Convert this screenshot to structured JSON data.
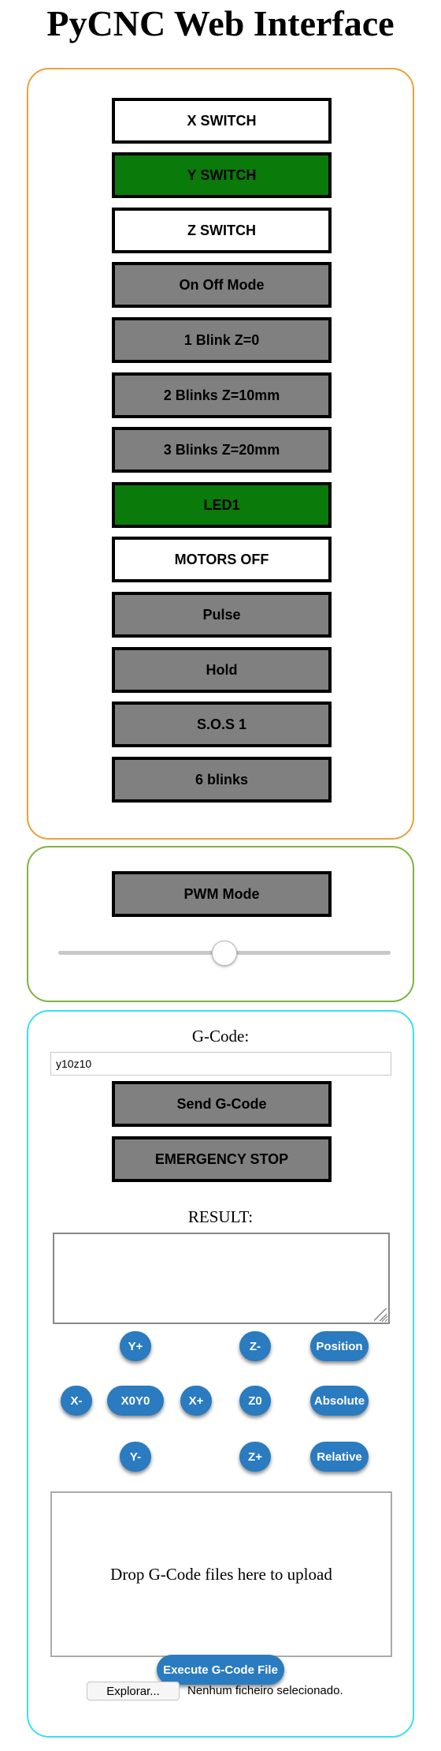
{
  "page": {
    "title": "PyCNC Web Interface"
  },
  "switches": {
    "x_switch": "X SWITCH",
    "y_switch": "Y SWITCH",
    "z_switch": "Z SWITCH",
    "on_off_mode": "On Off Mode",
    "blink1": "1 Blink Z=0",
    "blink2": "2 Blinks Z=10mm",
    "blink3": "3 Blinks Z=20mm",
    "led1": "LED1",
    "motors_off": "MOTORS OFF",
    "pulse": "Pulse",
    "hold": "Hold",
    "sos1": "S.O.S 1",
    "six_blinks": "6 blinks"
  },
  "pwm": {
    "mode_label": "PWM Mode",
    "slider_value": 0.5
  },
  "gcode": {
    "label": "G-Code:",
    "input_value": "y10z10",
    "send_label": "Send G-Code",
    "emergency_label": "EMERGENCY STOP",
    "result_label": "RESULT:",
    "result_value": ""
  },
  "jog": {
    "y_plus": "Y+",
    "z_minus": "Z-",
    "position": "Position",
    "x_minus": "X-",
    "x0y0": "X0Y0",
    "x_plus": "X+",
    "z0": "Z0",
    "absolute": "Absolute",
    "y_minus": "Y-",
    "z_plus": "Z+",
    "relative": "Relative"
  },
  "upload": {
    "dropzone_text": "Drop G-Code files here to upload",
    "execute_label": "Execute G-Code File",
    "browse_label": "Explorar...",
    "file_status": "Nenhum ficheiro selecionado."
  },
  "colors": {
    "active_green": "#0a7a0a",
    "idle_gray": "#808080",
    "jog_blue": "#2a7bbf"
  }
}
